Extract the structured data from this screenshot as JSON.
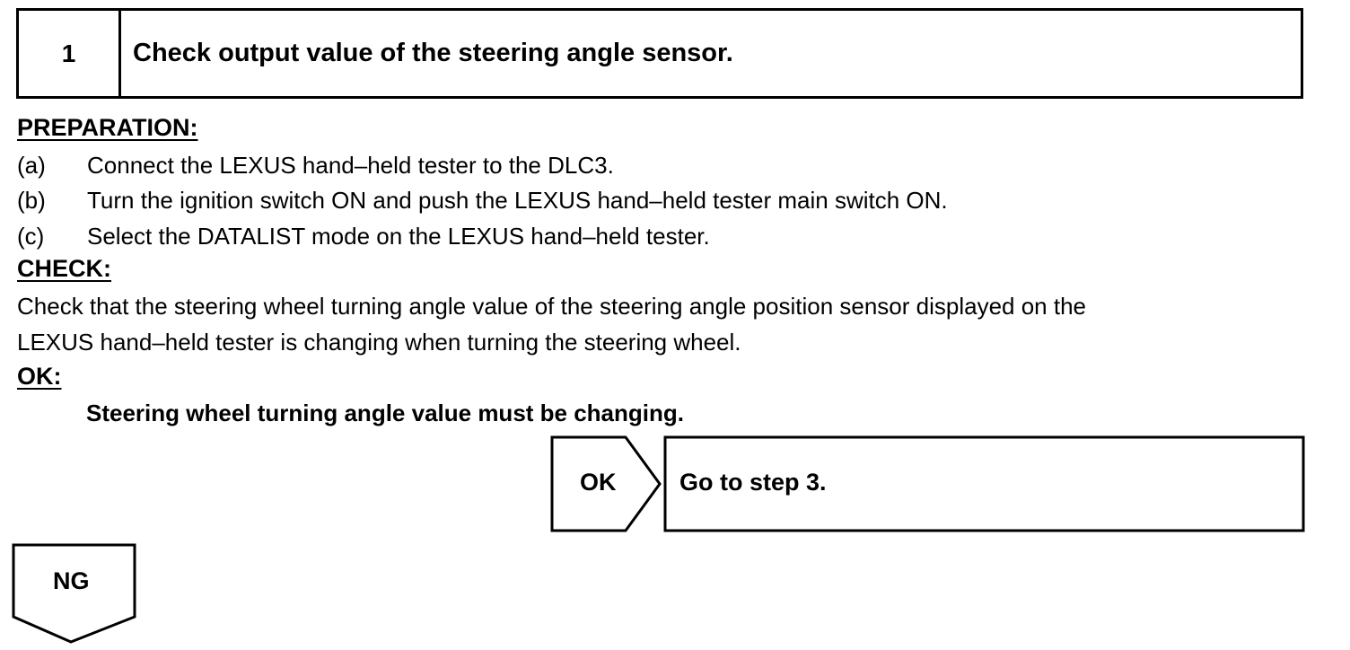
{
  "step": {
    "number": "1",
    "title": "Check output value of the steering angle sensor."
  },
  "preparation": {
    "heading": "PREPARATION:",
    "items": [
      {
        "label": "(a)",
        "text": "Connect the LEXUS hand–held tester to the DLC3."
      },
      {
        "label": "(b)",
        "text": "Turn the ignition switch ON and push the LEXUS hand–held tester main switch ON."
      },
      {
        "label": "(c)",
        "text": "Select the DATALIST mode on the LEXUS hand–held tester."
      }
    ]
  },
  "check": {
    "heading": "CHECK:",
    "lines": [
      "Check that the steering wheel turning angle value of the steering angle position sensor displayed on the",
      "LEXUS hand–held tester is changing when turning the steering wheel."
    ]
  },
  "ok_section": {
    "heading": "OK:",
    "criteria": "Steering wheel turning angle value must be changing."
  },
  "flow": {
    "ok_label": "OK",
    "ok_action": "Go to step 3.",
    "ng_label": "NG"
  }
}
